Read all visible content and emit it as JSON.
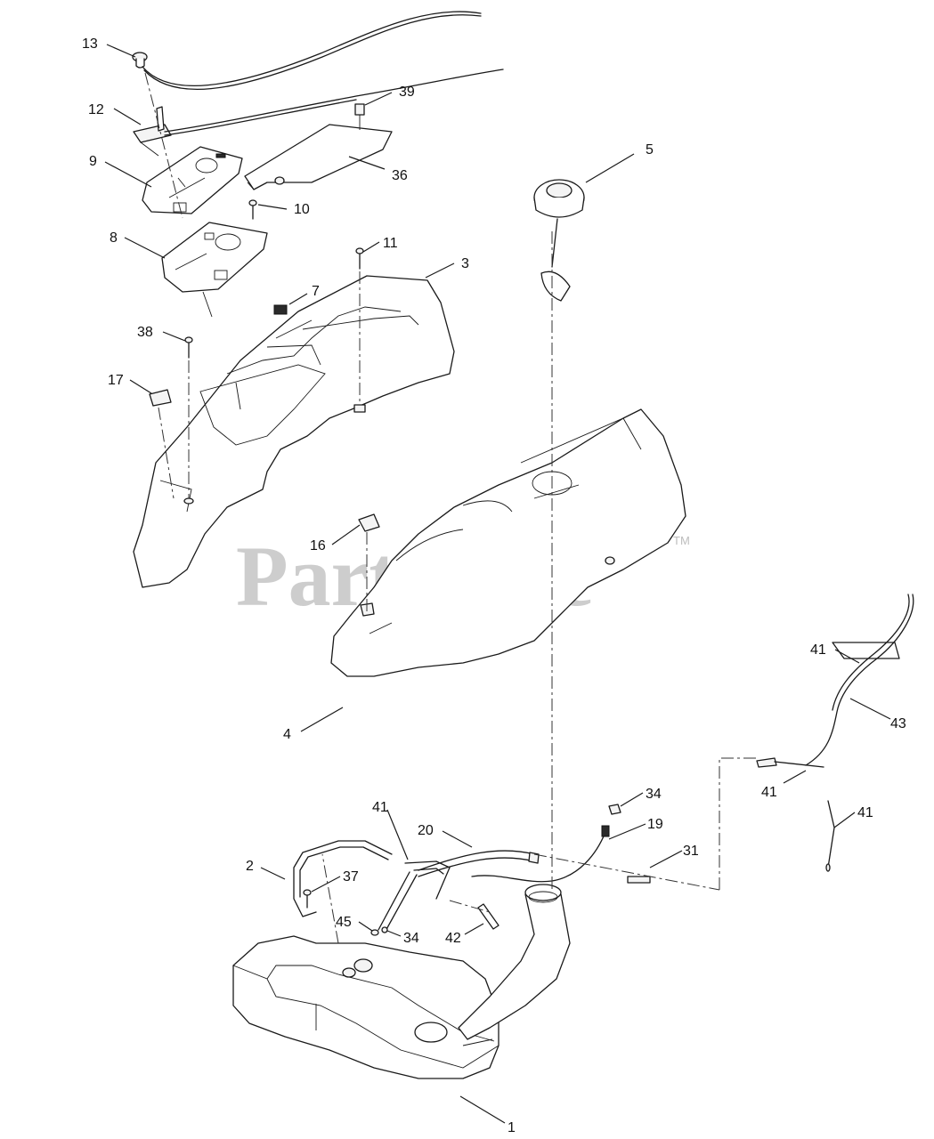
{
  "watermark": {
    "text": "PartsTree",
    "trademark": "TM"
  },
  "callouts": {
    "c13": "13",
    "c12": "12",
    "c9": "9",
    "c8": "8",
    "c39": "39",
    "c36": "36",
    "c10": "10",
    "c11": "11",
    "c3": "3",
    "c7": "7",
    "c38": "38",
    "c17": "17",
    "c5": "5",
    "c16": "16",
    "c4": "4",
    "c41a": "41",
    "c43": "43",
    "c41b": "41",
    "c34a": "34",
    "c41c": "41",
    "c41d": "41",
    "c20": "20",
    "c19": "19",
    "c31": "31",
    "c2": "2",
    "c37": "37",
    "c45": "45",
    "c34b": "34",
    "c42": "42",
    "c1": "1"
  }
}
